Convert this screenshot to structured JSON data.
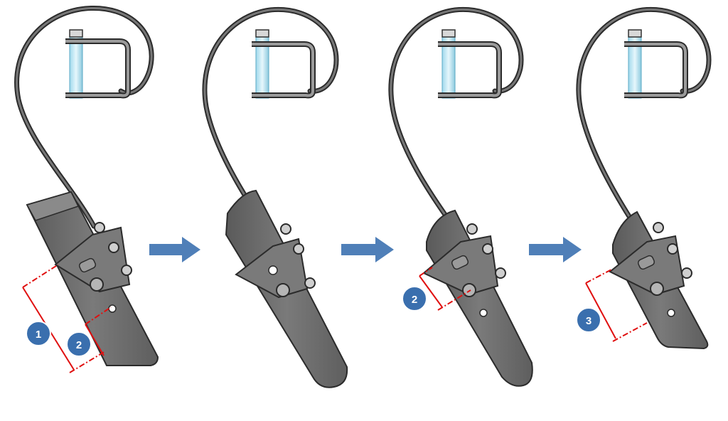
{
  "colors": {
    "steel_stroke": "#2b2b2b",
    "blade_fill": "#6e6e6e",
    "blade_dark": "#4a4a4a",
    "clamp_fill": "#8a8a8a",
    "bolt_fill": "#bfe6f2",
    "bolt_stroke": "#5aa9c4",
    "arrow_fill": "#4f7fb8",
    "dimension_red": "#e01010",
    "badge_fill": "#3a6fae"
  },
  "steps": [
    {
      "badges": [
        "1",
        "2"
      ]
    },
    {
      "badges": []
    },
    {
      "badges": [
        "2"
      ]
    },
    {
      "badges": [
        "3"
      ]
    }
  ],
  "arrows": [
    "right-arrow",
    "right-arrow",
    "right-arrow"
  ]
}
